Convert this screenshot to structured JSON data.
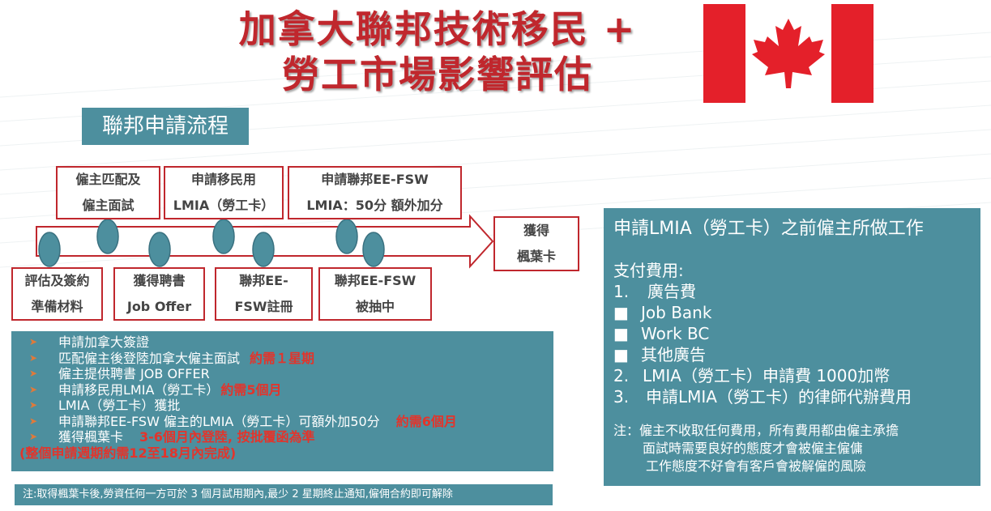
{
  "title": {
    "line1": "加拿大聯邦技術移民 +",
    "line2": "勞工市場影響評估"
  },
  "colors": {
    "accent_red": "#c0272d",
    "teal": "#4d8f9e",
    "highlight_red": "#e3342b",
    "bullet_orange": "#e07a3a"
  },
  "flag_icon": "canada-maple-leaf-flag",
  "flow_label": "聯邦申請流程",
  "timeline": {
    "top_boxes": [
      {
        "line1": "僱主匹配及",
        "line2": "僱主面試"
      },
      {
        "line1": "申請移民用",
        "line2": "LMIA（勞工卡）"
      },
      {
        "line1": "申請聯邦EE-FSW",
        "line2": "LMIA：50分 額外加分"
      }
    ],
    "bottom_boxes": [
      {
        "line1": "評估及簽約",
        "line2": "準備材料"
      },
      {
        "line1": "獲得聘書",
        "line2": "Job Offer"
      },
      {
        "line1": "聯邦EE-",
        "line2": "FSW註冊"
      },
      {
        "line1": "聯邦EE-FSW",
        "line2": "被抽中"
      }
    ],
    "end_box": {
      "line1": "獲得",
      "line2": "楓葉卡"
    }
  },
  "left_panel": {
    "items": [
      {
        "text": "申請加拿大簽證",
        "note": ""
      },
      {
        "text": "匹配僱主後登陸加拿大僱主面試",
        "note": "約需１星期"
      },
      {
        "text": "僱主提供聘書 JOB OFFER",
        "note": ""
      },
      {
        "text": "申請移民用LMIA（勞工卡）",
        "note": "約需5個月"
      },
      {
        "text": "LMIA（勞工卡）獲批",
        "note": ""
      },
      {
        "text": "申請聯邦EE-FSW 僱主的LMIA（勞工卡）可額外加50分",
        "note": "約需6個月"
      },
      {
        "text": "獲得楓葉卡",
        "note": "3-6個月內登陸, 按批覆函為準"
      }
    ],
    "summary": "(整個申請週期約需12至18月內完成)"
  },
  "note_bar": "注:取得楓葉卡後,勞資任何一方可於 3 個月試用期內,最少 2 星期終止通知,僱佣合約即可解除",
  "right_panel": {
    "heading": "申請LMIA（勞工卡）之前僱主所做工作",
    "pay_label": "支付費用:",
    "list": [
      {
        "marker": "1.",
        "text": "廣告費"
      },
      {
        "marker": "■",
        "text": "Job Bank"
      },
      {
        "marker": "■",
        "text": "Work BC"
      },
      {
        "marker": "■",
        "text": "其他廣告"
      },
      {
        "marker": "2.",
        "text": "LMIA（勞工卡）申請費 1000加幣"
      },
      {
        "marker": "3.",
        "text": "申請LMIA（勞工卡）的律師代辦費用"
      }
    ],
    "note_lines": [
      "注：僱主不收取任何費用，所有費用都由僱主承擔",
      "面試時需要良好的態度才會被僱主僱傭",
      "工作態度不好會有客戶會被解僱的風險"
    ]
  }
}
